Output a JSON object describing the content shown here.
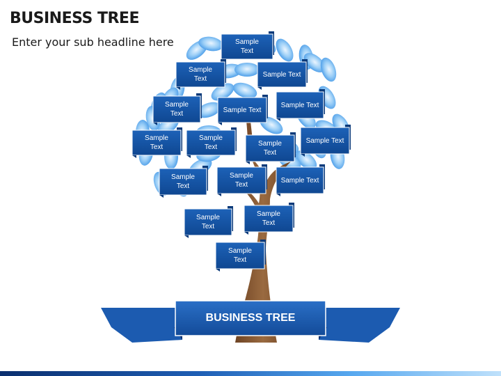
{
  "title": "BUSINESS TREE",
  "subtitle": "Enter your sub headline here",
  "labels": [
    {
      "line1": "Sample",
      "line2": "Text"
    },
    {
      "line1": "Sample",
      "line2": "Text"
    },
    {
      "line1": "Sample Text",
      "line2": ""
    },
    {
      "line1": "Sample",
      "line2": "Text"
    },
    {
      "line1": "Sample Text",
      "line2": ""
    },
    {
      "line1": "Sample Text",
      "line2": ""
    },
    {
      "line1": "Sample",
      "line2": "Text"
    },
    {
      "line1": "Sample",
      "line2": "Text"
    },
    {
      "line1": "Sample",
      "line2": "Text"
    },
    {
      "line1": "Sample Text",
      "line2": ""
    },
    {
      "line1": "Sample",
      "line2": "Text"
    },
    {
      "line1": "Sample",
      "line2": "Text"
    },
    {
      "line1": "Sample Text",
      "line2": ""
    },
    {
      "line1": "Sample",
      "line2": "Text"
    },
    {
      "line1": "Sample",
      "line2": "Text"
    },
    {
      "line1": "Sample",
      "line2": "Text"
    }
  ],
  "ribbon": {
    "text": "BUSINESS TREE"
  },
  "colors": {
    "label_fill": "#1552a3",
    "leaf": "#5aa9ee",
    "trunk": "#8b5a34",
    "ribbon": "#1c5bb0"
  }
}
